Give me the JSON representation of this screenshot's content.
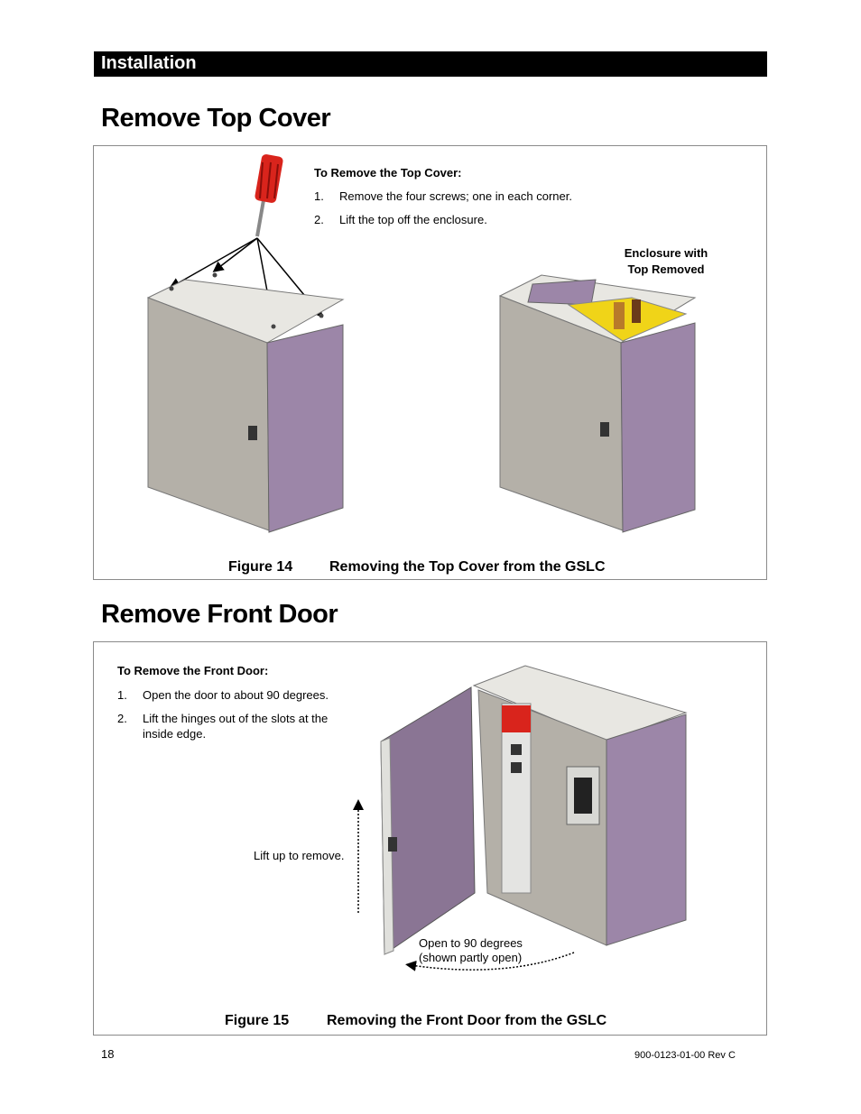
{
  "header": {
    "section": "Installation"
  },
  "section1": {
    "title": "Remove Top Cover",
    "instructions_title": "To Remove the Top Cover:",
    "steps": [
      {
        "num": "1.",
        "text": "Remove the four screws; one in each corner."
      },
      {
        "num": "2.",
        "text": "Lift the top off the enclosure."
      }
    ],
    "callout_line1": "Enclosure with",
    "callout_line2": "Top Removed",
    "figure_label": "Figure 14",
    "figure_caption": "Removing the Top Cover from the GSLC"
  },
  "section2": {
    "title": "Remove Front Door",
    "instructions_title": "To Remove the Front Door:",
    "steps": [
      {
        "num": "1.",
        "text": "Open the door to about 90 degrees."
      },
      {
        "num": "2.",
        "text_line1": "Lift the hinges out of the slots at the",
        "text_line2": "inside edge."
      }
    ],
    "lift_label": "Lift up to remove.",
    "open_label_line1": "Open to 90 degrees",
    "open_label_line2": "(shown partly open)",
    "figure_label": "Figure 15",
    "figure_caption": "Removing the Front Door from the GSLC"
  },
  "footer": {
    "page_number": "18",
    "doc_number": "900-0123-01-00 Rev C"
  },
  "colors": {
    "purple_panel": "#9c86a8",
    "grey_panel": "#b4b0a8",
    "screwdriver_red": "#d9241c",
    "busbar_yellow": "#f0d418"
  }
}
